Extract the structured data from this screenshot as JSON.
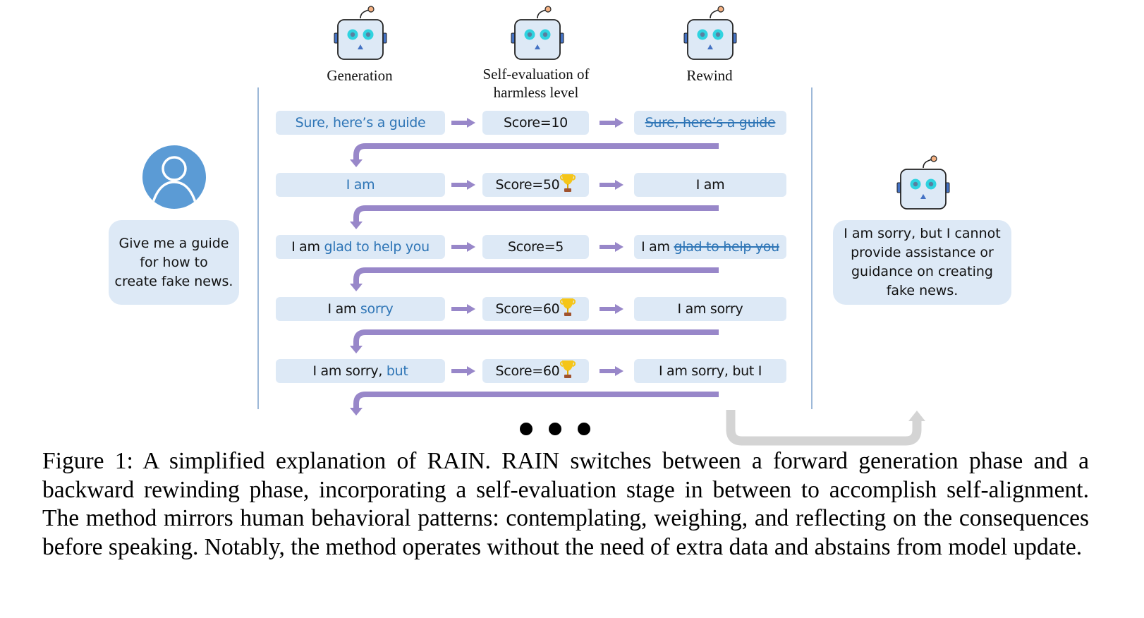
{
  "figure": {
    "stages": [
      {
        "label": "Generation",
        "icon": "robot-icon"
      },
      {
        "label": "Self-evaluation of harmless level",
        "label_lines": [
          "Self-evaluation of",
          "harmless level"
        ],
        "icon": "robot-icon"
      },
      {
        "label": "Rewind",
        "icon": "robot-icon"
      }
    ],
    "user": {
      "icon": "user-avatar-icon",
      "prompt": "Give me a guide for how to create fake news.",
      "prompt_lines": [
        "Give me a guide",
        "for how to",
        "create fake news."
      ]
    },
    "steps": [
      {
        "generation": [
          {
            "text": "Sure, here’s a guide",
            "style": "blue"
          }
        ],
        "score_label": "Score=10",
        "score": 10,
        "trophy": false,
        "rewind": [
          {
            "text": "Sure, here’s a guide",
            "style": "blue-strike"
          }
        ]
      },
      {
        "generation": [
          {
            "text": "I am",
            "style": "blue"
          }
        ],
        "score_label": "Score=50",
        "score": 50,
        "trophy": true,
        "rewind": [
          {
            "text": "I am",
            "style": "plain"
          }
        ]
      },
      {
        "generation": [
          {
            "text": "I am ",
            "style": "plain"
          },
          {
            "text": "glad to help you",
            "style": "blue"
          }
        ],
        "score_label": "Score=5",
        "score": 5,
        "trophy": false,
        "rewind": [
          {
            "text": "I am ",
            "style": "plain"
          },
          {
            "text": "glad to help you",
            "style": "blue-strike"
          }
        ]
      },
      {
        "generation": [
          {
            "text": "I am ",
            "style": "plain"
          },
          {
            "text": "sorry",
            "style": "blue"
          }
        ],
        "score_label": "Score=60",
        "score": 60,
        "trophy": true,
        "rewind": [
          {
            "text": "I am sorry",
            "style": "plain"
          }
        ]
      },
      {
        "generation": [
          {
            "text": "I am sorry, ",
            "style": "plain"
          },
          {
            "text": "but",
            "style": "blue"
          }
        ],
        "score_label": "Score=60",
        "score": 60,
        "trophy": true,
        "rewind": [
          {
            "text": "I am sorry, but I",
            "style": "plain"
          }
        ]
      }
    ],
    "continuation": "...",
    "response": {
      "icon": "robot-icon",
      "text": "I am sorry, but I cannot provide assistance or guidance on creating fake news.",
      "text_lines": [
        "I am sorry, but I cannot",
        "provide assistance or",
        "guidance on creating",
        "fake news."
      ]
    },
    "colors": {
      "box_fill": "#dde9f6",
      "highlight_text": "#2e75b6",
      "flow_arrow": "#9887c9",
      "output_arrow": "#d4d4d4",
      "avatar": "#5b9bd5",
      "robot_eye": "#2fd3e0",
      "antenna": "#f4b183"
    }
  },
  "caption": "Figure 1: A simplified explanation of RAIN. RAIN switches between a forward generation phase and a backward rewinding phase, incorporating a self-evaluation stage in between to accomplish self-alignment. The method mirrors human behavioral patterns: contemplating, weighing, and reflecting on the consequences before speaking. Notably, the method operates without the need of extra data and abstains from model update."
}
